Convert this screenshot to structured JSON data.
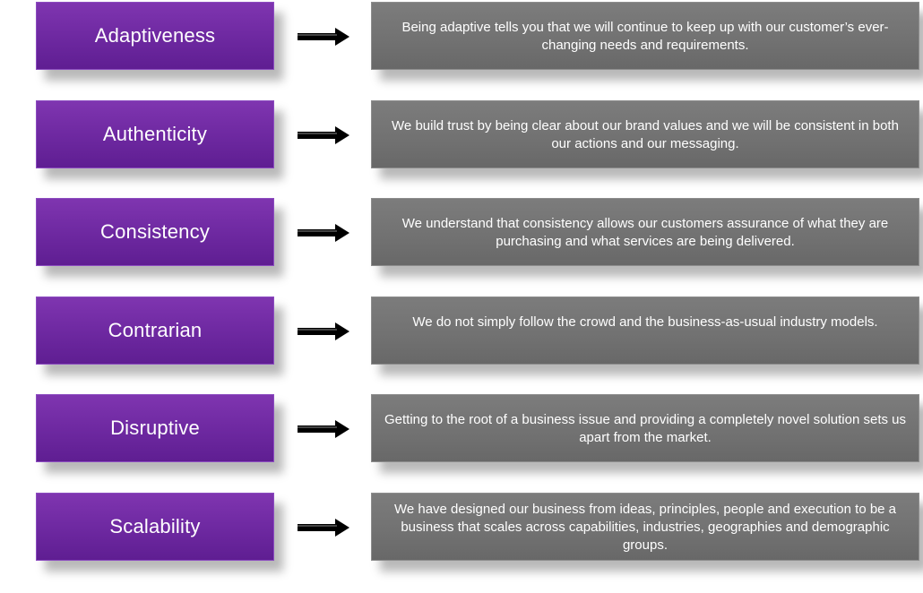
{
  "colors": {
    "label_fill": "#6d28a0",
    "description_fill": "#717171",
    "arrow": "#000000",
    "text": "#ffffff"
  },
  "rows": [
    {
      "label": "Adaptiveness",
      "description": "Being adaptive tells you that we will continue to keep up with our customer’s ever-changing needs and requirements."
    },
    {
      "label": "Authenticity",
      "description": "We build trust by being clear about our brand values and we will be consistent in both our actions and our messaging."
    },
    {
      "label": "Consistency",
      "description": "We understand that consistency allows our customers assurance of what they are purchasing and what services are being delivered."
    },
    {
      "label": "Contrarian",
      "description": "We do not simply follow the crowd and the business-as-usual industry models."
    },
    {
      "label": "Disruptive",
      "description": "Getting to the root of a business issue and providing a completely novel solution sets us apart from the market."
    },
    {
      "label": "Scalability",
      "description": "We have designed our business from ideas, principles, people and execution to be a business that scales across capabilities, industries, geographies and demographic groups."
    }
  ]
}
